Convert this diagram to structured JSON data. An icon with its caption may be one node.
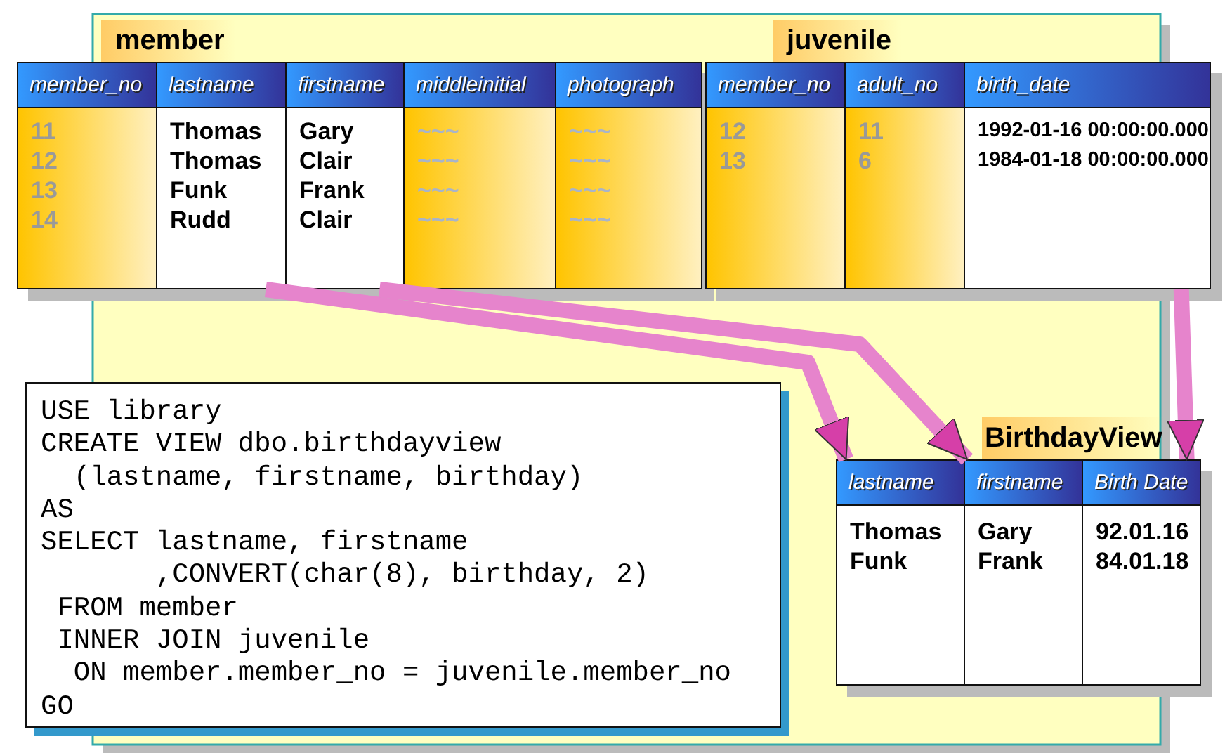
{
  "diagram": {
    "nodes": [
      {
        "text": [
          "member"
        ]
      },
      {
        "text": [
          "member_no",
          "11",
          "12",
          "13",
          "14"
        ],
        "in": 0
      },
      {
        "text": [
          "lastname",
          "Thomas",
          "Thomas",
          "Funk",
          "Rudd"
        ],
        "in": 0
      },
      {
        "text": [
          "firstname",
          "Gary",
          "Clair",
          "Frank",
          "Clair"
        ],
        "in": 0
      },
      {
        "text": [
          "middleinitial",
          "~~~",
          "~~~",
          "~~~",
          "~~~"
        ],
        "in": 0
      },
      {
        "text": [
          "photograph",
          "~~~",
          "~~~",
          "~~~",
          "~~~"
        ],
        "in": 0
      },
      {
        "text": [
          "juvenile"
        ]
      },
      {
        "text": [
          "member_no",
          "12",
          "13"
        ],
        "in": 6
      },
      {
        "text": [
          "adult_no",
          "11",
          "6"
        ],
        "in": 6
      },
      {
        "text": [
          "birth_date",
          "1992-01-16 00:00:00.000",
          "1984-01-18 00:00:00.000"
        ],
        "in": 6
      },
      {
        "text": [
          "BirthdayView"
        ]
      },
      {
        "text": [
          "lastname",
          "Thomas",
          "Funk"
        ],
        "in": 10
      },
      {
        "text": [
          "firstname",
          "Gary",
          "Frank"
        ],
        "in": 10
      },
      {
        "text": [
          "Birth Date",
          "92.01.16",
          "84.01.18"
        ],
        "in": 10
      },
      {
        "text": [
          "USE library",
          "CREATE VIEW dbo.birthdayview",
          "  (lastname, firstname, birthday)",
          "AS",
          "SELECT lastname, firstname",
          "       ,CONVERT(char(8), birthday, 2)",
          " FROM member",
          " INNER JOIN juvenile",
          "  ON member.member_no = juvenile.member_no",
          "GO"
        ]
      }
    ],
    "edges": [
      {
        "from": 2,
        "to": 11,
        "arrow": "to"
      },
      {
        "from": 3,
        "to": 12,
        "arrow": "to"
      },
      {
        "from": 9,
        "to": 13,
        "arrow": "to"
      }
    ]
  }
}
